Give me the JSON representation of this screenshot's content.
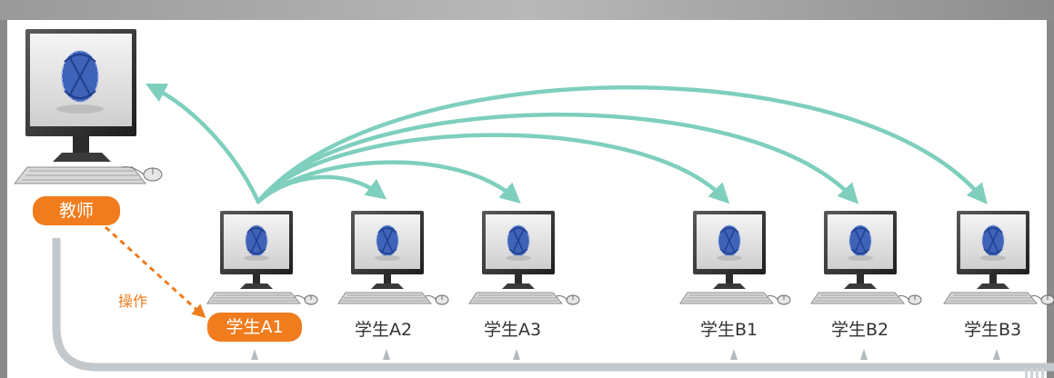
{
  "teacher": {
    "label": "教师"
  },
  "operation": {
    "label": "操作"
  },
  "students": [
    {
      "label": "学生A1"
    },
    {
      "label": "学生A2"
    },
    {
      "label": "学生A3"
    },
    {
      "label": "学生B1"
    },
    {
      "label": "学生B2"
    },
    {
      "label": "学生B3"
    }
  ],
  "colors": {
    "accent_orange": "#f07c1e",
    "arrow_teal": "#7ecfbd",
    "bus_gray": "#c2c8cc",
    "frame_gray": "#8a8a8a"
  }
}
